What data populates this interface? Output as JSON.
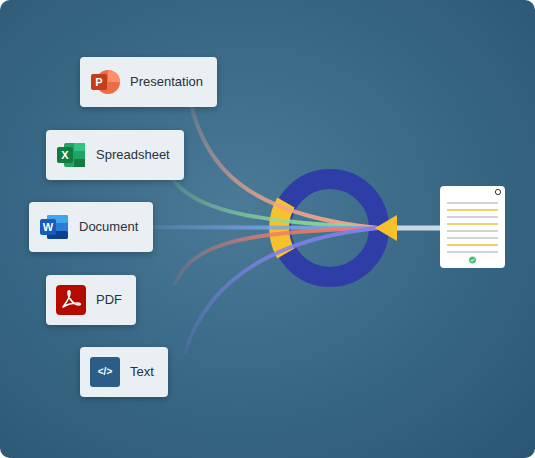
{
  "diagram": {
    "nodes": [
      {
        "text": [
          "Presentation"
        ]
      },
      {
        "text": [
          "Spreadsheet"
        ]
      },
      {
        "text": [
          "Document"
        ]
      },
      {
        "text": [
          "PDF"
        ]
      },
      {
        "text": [
          "Text"
        ]
      }
    ],
    "labels": [
      "P",
      "X",
      "W",
      "</>"
    ]
  }
}
